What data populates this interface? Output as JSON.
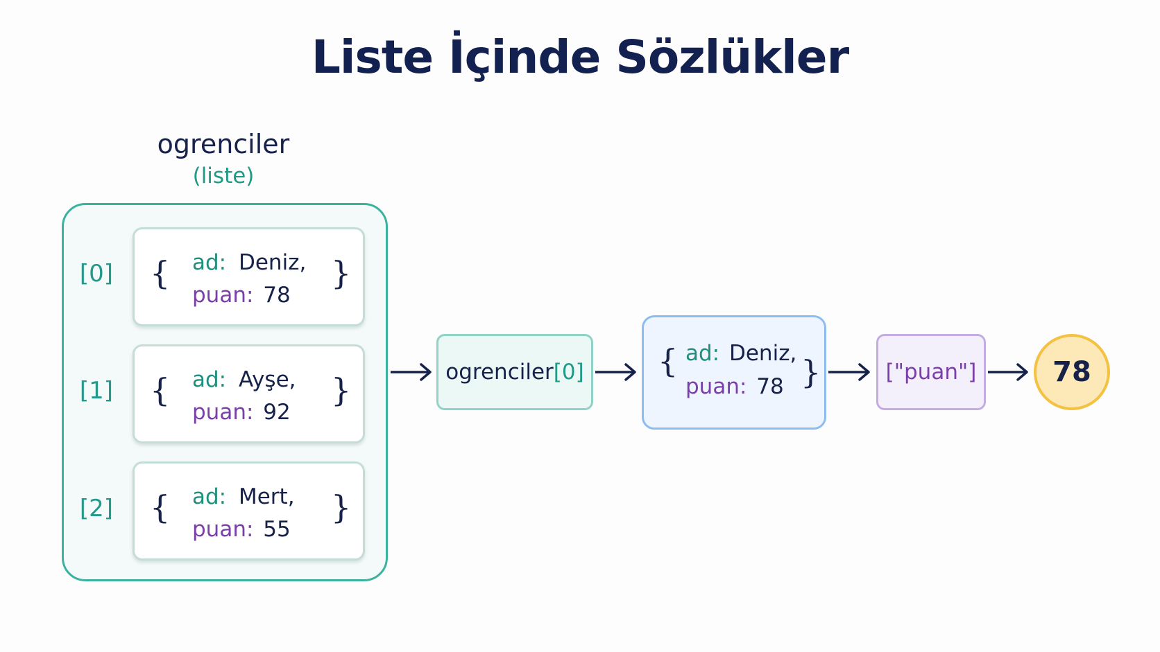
{
  "title": "Liste İçinde Sözlükler",
  "list": {
    "name": "ogrenciler",
    "type_label": "(liste)",
    "items": [
      {
        "index": "[0]",
        "ad_key": "ad:",
        "ad_value": "Deniz,",
        "puan_key": "puan:",
        "puan_value": "78"
      },
      {
        "index": "[1]",
        "ad_key": "ad:",
        "ad_value": "Ayşe,",
        "puan_key": "puan:",
        "puan_value": "92"
      },
      {
        "index": "[2]",
        "ad_key": "ad:",
        "ad_value": "Mert,",
        "puan_key": "puan:",
        "puan_value": "55"
      }
    ]
  },
  "flow": {
    "access_name": "ogrenciler",
    "access_index": "[0]",
    "dict": {
      "ad_key": "ad:",
      "ad_value": "Deniz,",
      "puan_key": "puan:",
      "puan_value": "78"
    },
    "key_access": "[\"puan\"]",
    "result": "78"
  },
  "braces": {
    "open": "{",
    "close": "}"
  },
  "colors": {
    "list_border": "#3bb29e",
    "key_ad": "#1d8f7c",
    "key_puan": "#7a3fa8",
    "dict_border": "#8cbcf0",
    "key_access_border": "#c3ade0",
    "result_fill": "#fde9b7",
    "result_border": "#f3c243"
  }
}
